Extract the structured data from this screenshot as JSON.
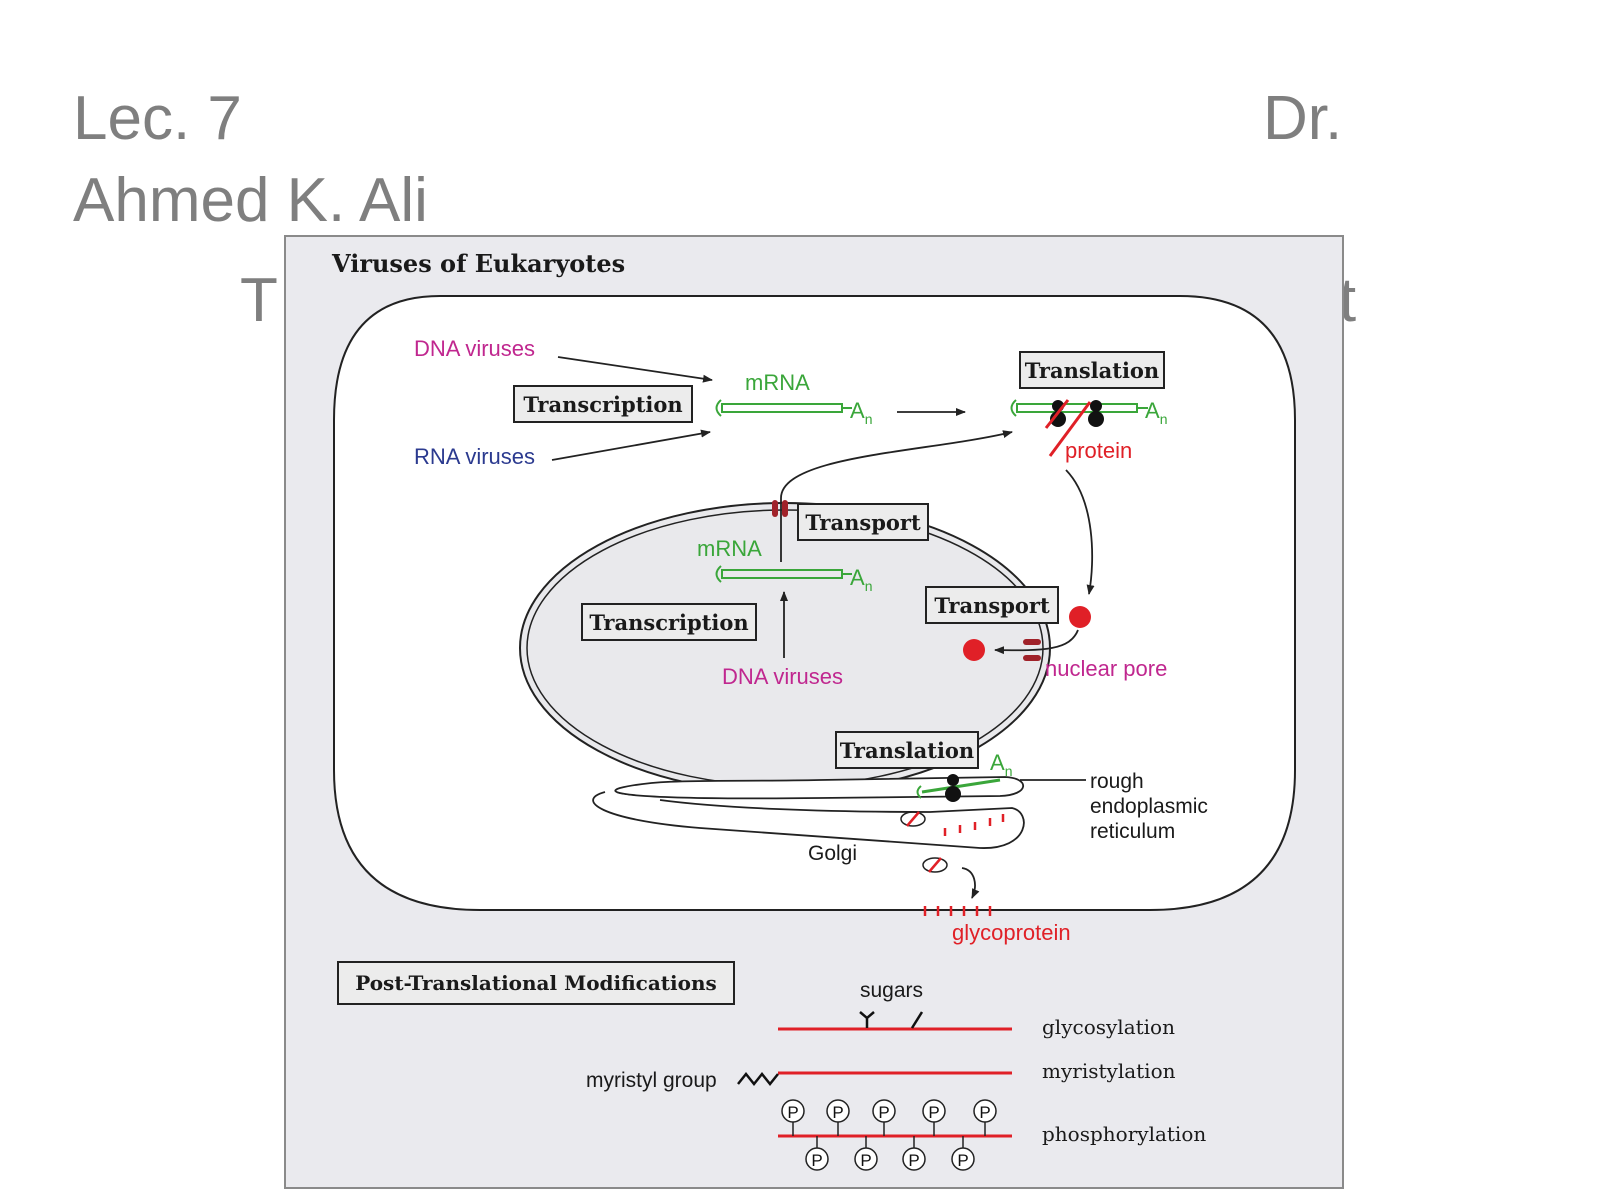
{
  "slide": {
    "lecture": "Lec. 7",
    "doctor_prefix": "Dr.",
    "doctor_name": "Ahmed K. Ali",
    "title_left_fragment": "T",
    "title_right_fragment": "'t"
  },
  "diagram": {
    "title": "Viruses of Eukaryotes",
    "labels": {
      "dna_viruses": "DNA viruses",
      "rna_viruses": "RNA viruses",
      "transcription": "Transcription",
      "mrna": "mRNA",
      "poly_a": "A",
      "poly_a_sub": "n",
      "translation": "Translation",
      "protein": "protein",
      "transport": "Transport",
      "nuclear_pore": "nuclear pore",
      "rough_er_line1": "rough",
      "rough_er_line2": "endoplasmic",
      "rough_er_line3": "reticulum",
      "golgi": "Golgi",
      "glycoprotein": "glycoprotein"
    },
    "ptm": {
      "title": "Post-Translational Modifications",
      "sugars": "sugars",
      "glycosylation": "glycosylation",
      "myristyl_group": "myristyl group",
      "myristylation": "myristylation",
      "phospho_symbol": "P",
      "phosphorylation": "phosphorylation"
    },
    "colors": {
      "dna_label": "#c0278f",
      "rna_label": "#2b3a8f",
      "mrna": "#3aa63a",
      "protein": "#e02027",
      "panel_bg": "#eaeaee",
      "outline": "#222222"
    }
  }
}
